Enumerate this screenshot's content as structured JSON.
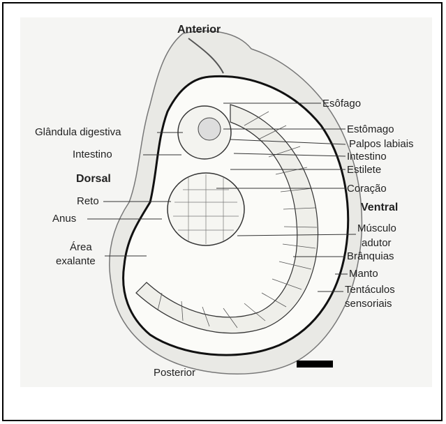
{
  "orientation": {
    "anterior": "Anterior",
    "posterior": "Posterior",
    "dorsal": "Dorsal",
    "ventral": "Ventral"
  },
  "labels_left": {
    "glandula": "Glândula digestiva",
    "intestino": "Intestino",
    "reto": "Reto",
    "anus": "Anus",
    "area1": "Área",
    "area2": "exalante"
  },
  "labels_right": {
    "esofago": "Esôfago",
    "estomago": "Estômago",
    "palpos": "Palpos labiais",
    "intestino": "Intestino",
    "estilete": "Estilete",
    "coracao": "Coração",
    "musculo1": "Músculo",
    "musculo2": "adutor",
    "branquias": "Brânquias",
    "manto": "Manto",
    "tentaculos1": "Tentáculos",
    "tentaculos2": "sensoriais"
  }
}
